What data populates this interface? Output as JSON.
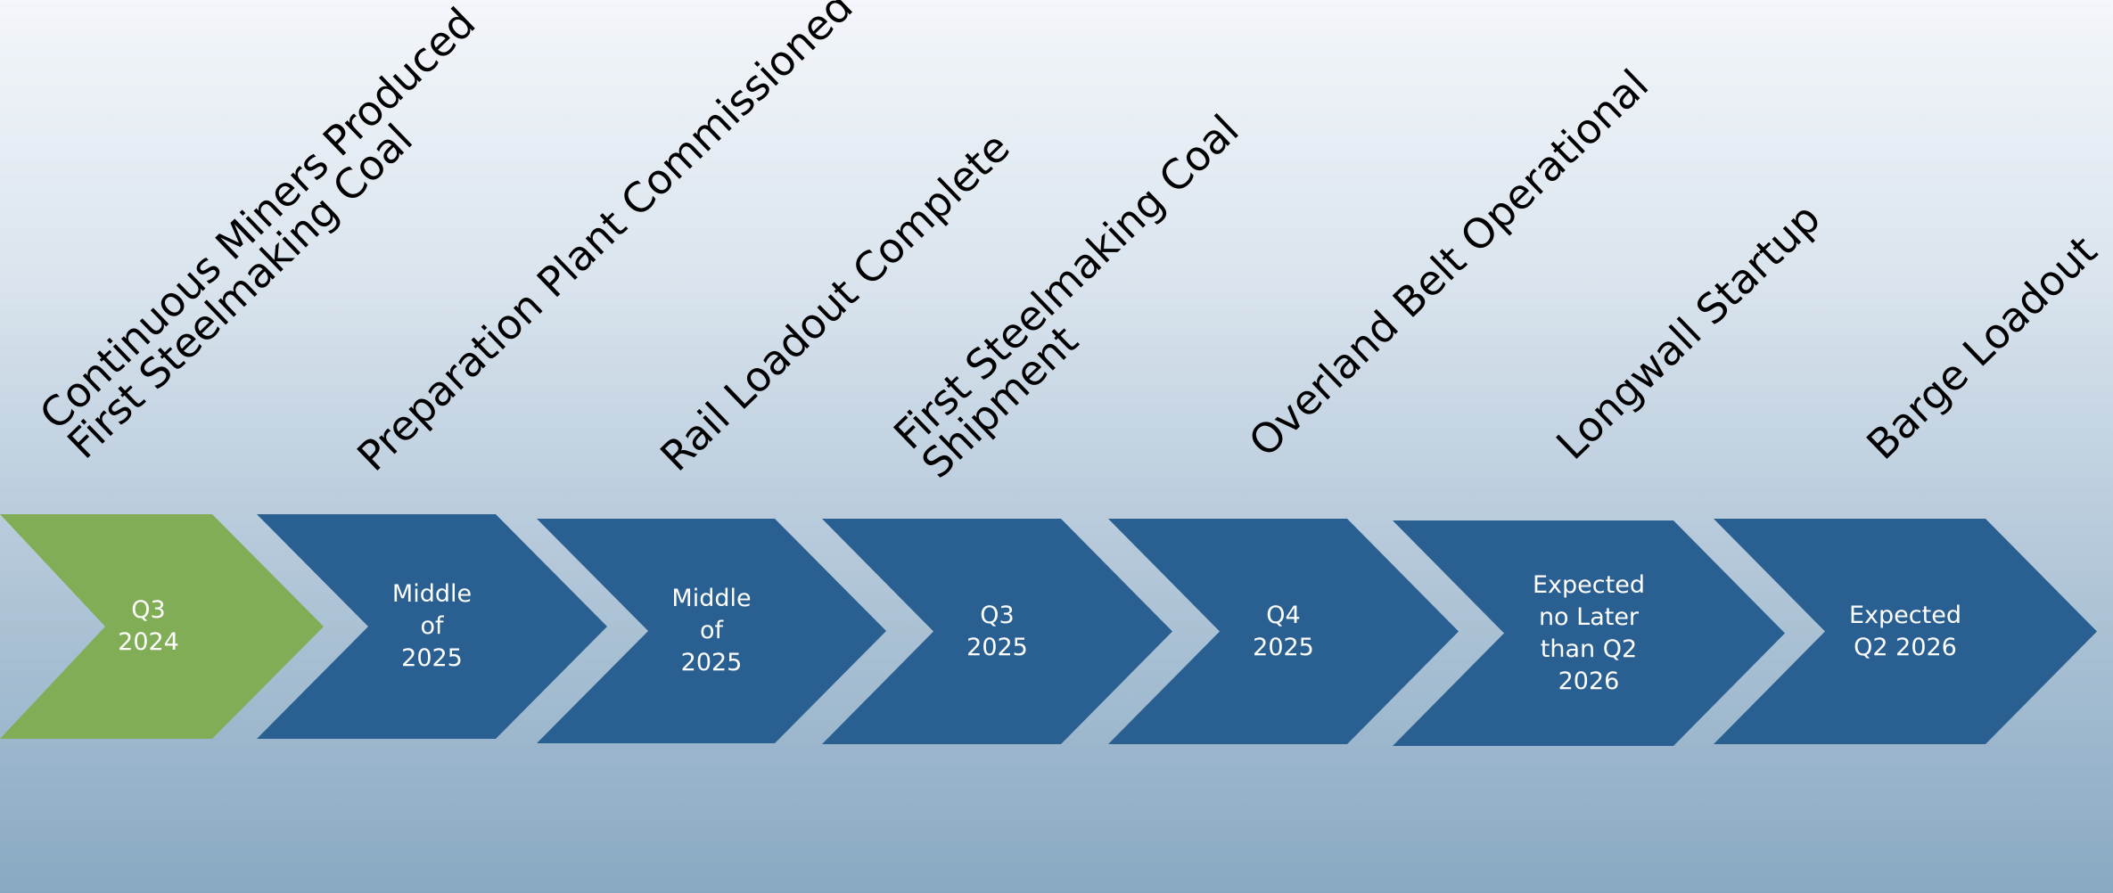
{
  "colors": {
    "completed": "#80ad55",
    "upcoming": "#2a6091",
    "text_on_chevron": "#ffffff",
    "milestone_text": "#000000"
  },
  "timeline": {
    "steps": [
      {
        "milestone": "Continuous Miners Produced\nFirst Steelmaking Coal",
        "date": "Q3\n2024",
        "status": "completed"
      },
      {
        "milestone": "Preparation Plant Commissioned",
        "date": "Middle\nof\n2025",
        "status": "upcoming"
      },
      {
        "milestone": "Rail Loadout Complete",
        "date": "Middle\nof\n2025",
        "status": "upcoming"
      },
      {
        "milestone": "First Steelmaking Coal\nShipment",
        "date": "Q3\n2025",
        "status": "upcoming"
      },
      {
        "milestone": "Overland Belt Operational",
        "date": "Q4\n2025",
        "status": "upcoming"
      },
      {
        "milestone": "Longwall Startup",
        "date": "Expected\nno Later\nthan Q2\n2026",
        "status": "upcoming"
      },
      {
        "milestone": "Barge Loadout",
        "date": "Expected\nQ2 2026",
        "status": "upcoming"
      }
    ]
  }
}
